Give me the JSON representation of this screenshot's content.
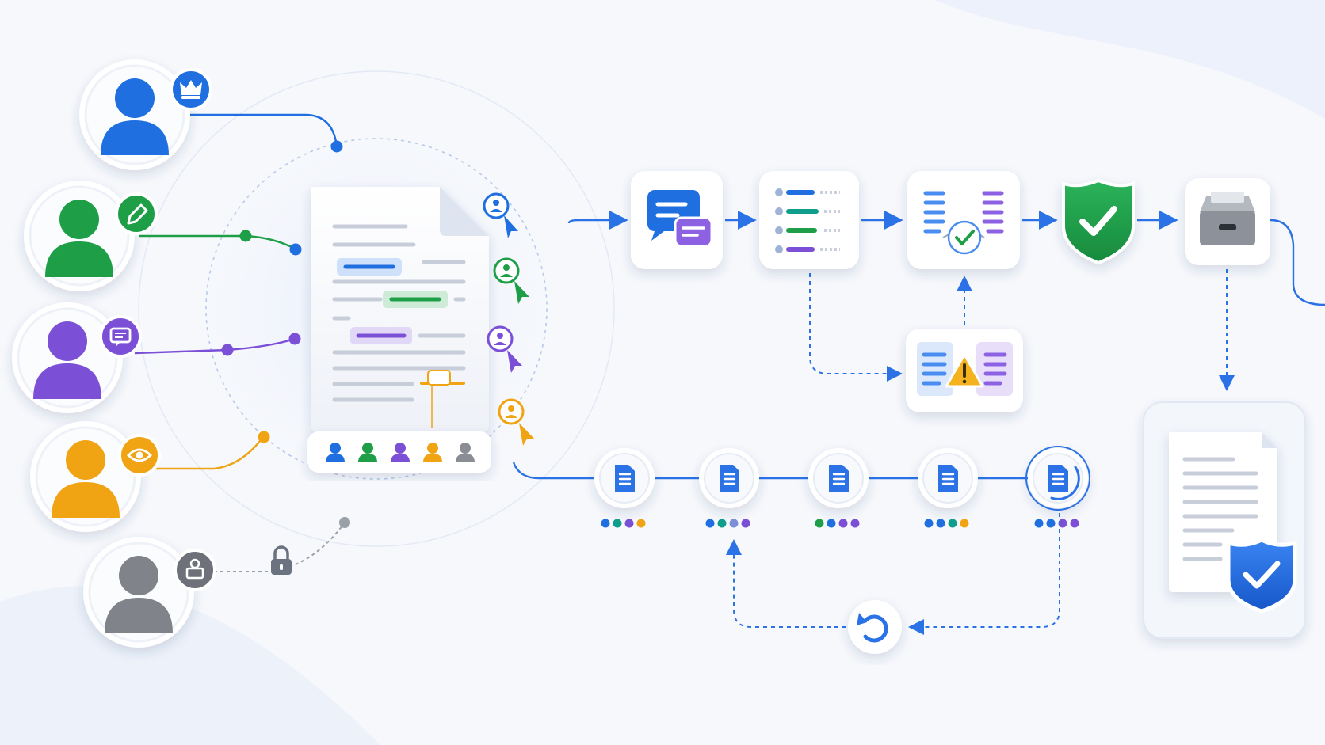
{
  "colors": {
    "blue": "#1f6fe0",
    "green": "#1e9e46",
    "purple": "#7b4fd6",
    "orange": "#f0a413",
    "gray": "#8a8d93",
    "flow_line": "#2a72e6",
    "background": "#f6f8fc"
  },
  "users": [
    {
      "role": "owner",
      "color": "#1f6fe0",
      "badge_icon": "crown-icon"
    },
    {
      "role": "editor",
      "color": "#1e9e46",
      "badge_icon": "pencil-icon"
    },
    {
      "role": "commenter",
      "color": "#7b4fd6",
      "badge_icon": "comment-icon"
    },
    {
      "role": "viewer",
      "color": "#f0a413",
      "badge_icon": "eye-icon"
    },
    {
      "role": "restricted",
      "color": "#8a8d93",
      "badge_icon": "lock-user-icon"
    }
  ],
  "workflow_steps": [
    {
      "icon": "chat-bubbles-icon"
    },
    {
      "icon": "checklist-icon"
    },
    {
      "icon": "compare-check-icon"
    },
    {
      "icon": "shield-check-icon"
    },
    {
      "icon": "archive-box-icon"
    }
  ],
  "conflict_step": {
    "icon": "conflict-warning-icon"
  },
  "version_history": [
    {
      "icon": "version-document-icon",
      "dots": [
        "#1f6fe0",
        "#0f9d8c",
        "#7b4fd6",
        "#f0a413"
      ]
    },
    {
      "icon": "version-document-icon",
      "dots": [
        "#1f6fe0",
        "#0f9d8c",
        "#7b8fd6",
        "#7b4fd6"
      ]
    },
    {
      "icon": "version-document-icon",
      "dots": [
        "#1e9e46",
        "#1f6fe0",
        "#7b4fd6",
        "#7b4fd6"
      ]
    },
    {
      "icon": "version-document-icon",
      "dots": [
        "#1f6fe0",
        "#1f6fe0",
        "#0f9d8c",
        "#f0a413"
      ]
    },
    {
      "icon": "version-document-icon",
      "dots": [
        "#1f6fe0",
        "#1f6fe0",
        "#7b4fd6",
        "#7b4fd6"
      ]
    }
  ],
  "restore": {
    "icon": "restore-icon"
  },
  "final_document": {
    "icon": "secured-document-icon"
  }
}
